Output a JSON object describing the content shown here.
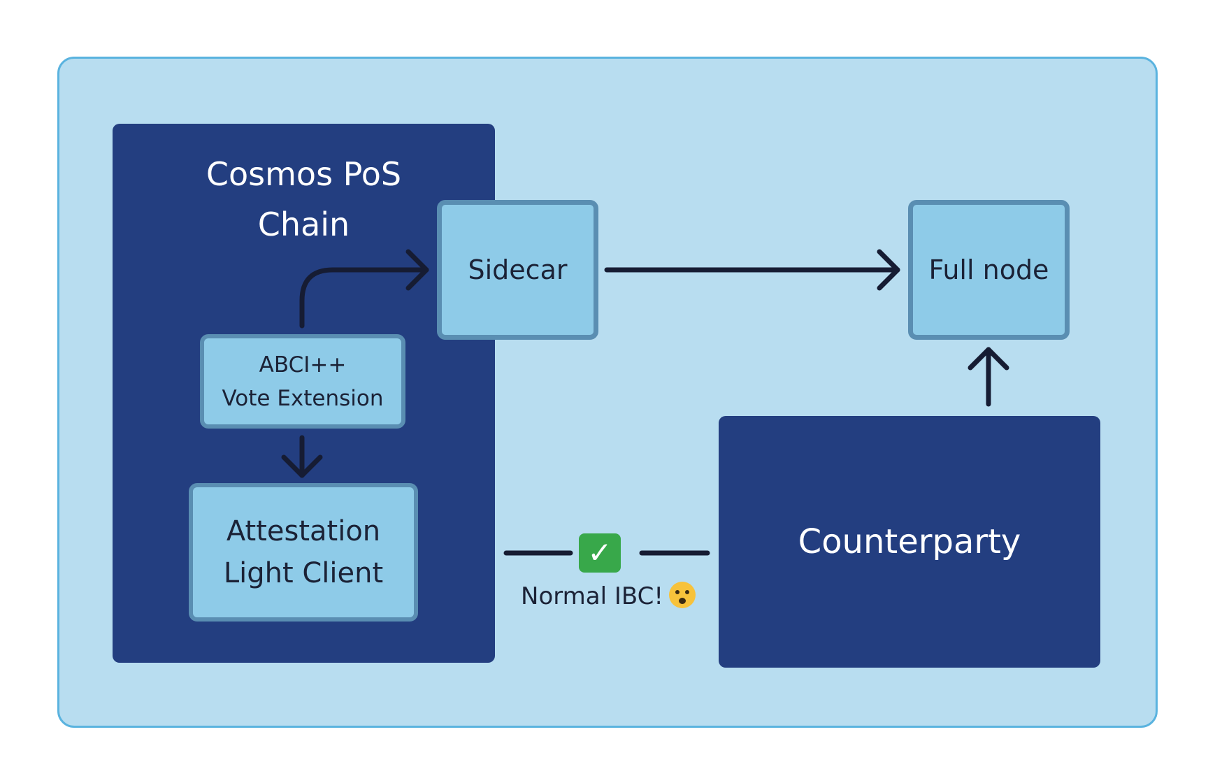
{
  "chain": {
    "title_line1": "Cosmos PoS",
    "title_line2": "Chain"
  },
  "sidecar": {
    "label": "Sidecar"
  },
  "full_node": {
    "label": "Full node"
  },
  "vote_extension": {
    "line1": "ABCI++",
    "line2": "Vote Extension"
  },
  "light_client": {
    "line1": "Attestation",
    "line2": "Light Client"
  },
  "counterparty": {
    "label": "Counterparty"
  },
  "ibc_link": {
    "label": "Normal IBC!",
    "check_icon": "check-mark-icon",
    "emoji_icon": "exploding-head-icon"
  },
  "colors": {
    "frame_bg": "#b8ddf0",
    "frame_border": "#5ab3df",
    "dark_box": "#233e80",
    "light_box": "#8ecbe8",
    "light_box_border": "#5a8eb2",
    "arrow": "#161c33"
  }
}
